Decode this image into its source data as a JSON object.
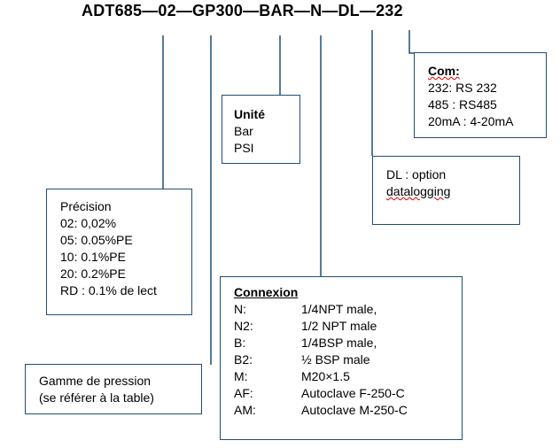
{
  "title": "ADT685—02—GP300—BAR—N—DL—232",
  "com": {
    "heading": "Com:",
    "lines": [
      "232: RS 232",
      "485 : RS485",
      "20mA : 4-20mA"
    ]
  },
  "unite": {
    "heading": "Unité",
    "lines": [
      "Bar",
      "PSI"
    ]
  },
  "dl": {
    "line1": "DL : option",
    "line2": "datalogging"
  },
  "precision": {
    "heading": "Précision",
    "lines": [
      "02: 0,02%",
      "05: 0.05%PE",
      "10: 0.1%PE",
      "20: 0.2%PE",
      "RD : 0.1% de lect"
    ]
  },
  "connexion": {
    "heading": "Connexion",
    "rows": [
      {
        "code": "N:",
        "desc": "1/4NPT male,"
      },
      {
        "code": "N2:",
        "desc": "1/2 NPT male"
      },
      {
        "code": "B:",
        "desc": "1/4BSP male,"
      },
      {
        "code": "B2:",
        "desc": "½ BSP male"
      },
      {
        "code": "M:",
        "desc": "M20×1.5"
      },
      {
        "code": "AF:",
        "desc": "Autoclave F-250-C"
      },
      {
        "code": "AM:",
        "desc": "Autoclave M-250-C"
      }
    ]
  },
  "gamme": {
    "line1": "Gamme de pression",
    "line2": "(se référer à la table)"
  },
  "colors": {
    "line": "#1f4e79"
  }
}
